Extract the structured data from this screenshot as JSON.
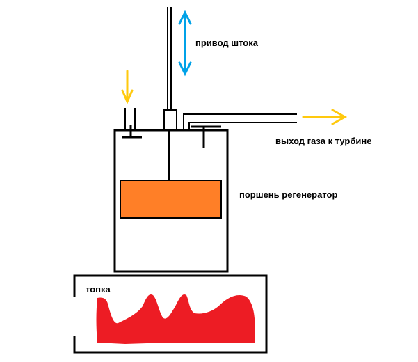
{
  "labels": {
    "rod_drive": "привод штока",
    "gas_outlet": "выход газа к турбине",
    "piston": "поршень регенератор",
    "furnace": "топка"
  },
  "colors": {
    "outline": "#000000",
    "piston": "#ff7f27",
    "flame": "#ed1c24",
    "blue_arrow": "#00a2e8",
    "yellow_arrow": "#ffc90e"
  }
}
